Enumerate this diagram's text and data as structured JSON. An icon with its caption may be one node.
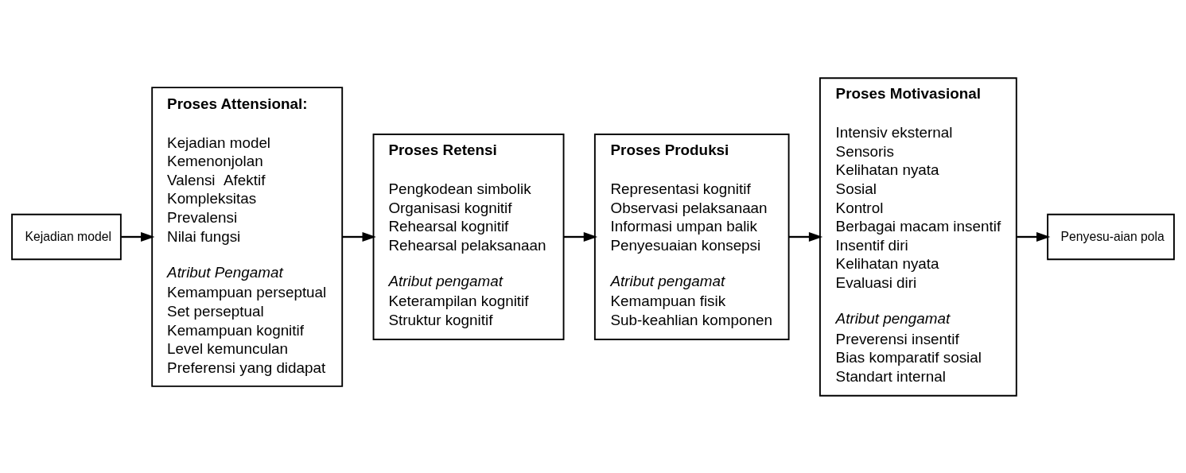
{
  "diagram": {
    "nodes": [
      {
        "text": [
          "Kejadian model"
        ]
      },
      {
        "text": [
          "Proses Attensional:",
          "Kejadian model",
          "Kemenonjolan",
          "Valensi  Afektif",
          "Kompleksitas",
          "Prevalensi",
          "Nilai fungsi",
          "*Atribut Pengamat*",
          "Kemampuan perseptual",
          "Set perseptual",
          "Kemampuan kognitif",
          "Level kemunculan",
          "Preferensi yang didapat"
        ]
      },
      {
        "text": [
          "Proses Retensi",
          "Pengkodean simbolik",
          "Organisasi kognitif",
          "Rehearsal kognitif",
          "Rehearsal pelaksanaan",
          "*Atribut pengamat*",
          "Keterampilan kognitif",
          "Struktur kognitif"
        ]
      },
      {
        "text": [
          "Proses Produksi",
          "Representasi kognitif",
          "Observasi pelaksanaan",
          "Informasi umpan balik",
          "Penyesuaian konsepsi",
          "*Atribut pengamat*",
          "Kemampuan fisik",
          "Sub-keahlian komponen"
        ]
      },
      {
        "text": [
          "Proses Motivasional",
          "Intensiv eksternal",
          "Sensoris",
          "Kelihatan nyata",
          "Sosial",
          "Kontrol",
          "Berbagai macam insentif",
          "Insentif diri",
          "Kelihatan nyata",
          "Evaluasi diri",
          "*Atribut pengamat*",
          "Preverensi insentif",
          "Bias komparatif sosial",
          "Standart internal"
        ]
      },
      {
        "text": [
          "Penyesu-aian pola"
        ]
      }
    ],
    "edges": [
      {
        "from": 0,
        "to": 1,
        "arrow": "to"
      },
      {
        "from": 1,
        "to": 2,
        "arrow": "to"
      },
      {
        "from": 2,
        "to": 3,
        "arrow": "to"
      },
      {
        "from": 3,
        "to": 4,
        "arrow": "to"
      },
      {
        "from": 4,
        "to": 5,
        "arrow": "to"
      }
    ]
  }
}
